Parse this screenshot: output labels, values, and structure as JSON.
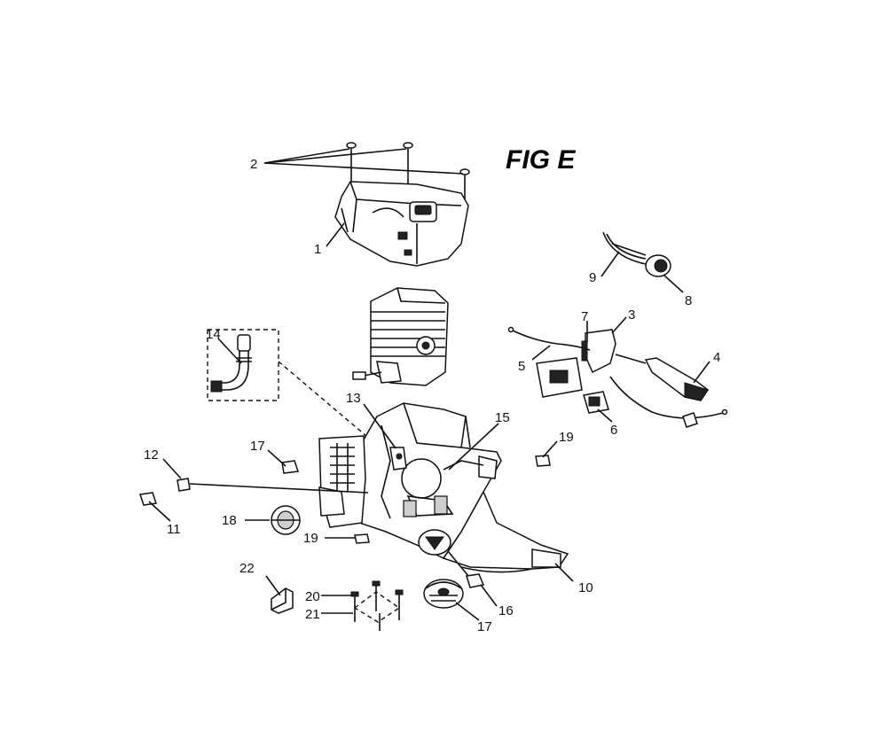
{
  "figure": {
    "title": "FIG E",
    "callouts": {
      "c1": "1",
      "c2": "2",
      "c3": "3",
      "c4": "4",
      "c5": "5",
      "c6": "6",
      "c7": "7",
      "c8": "8",
      "c9": "9",
      "c10": "10",
      "c11": "11",
      "c12": "12",
      "c13": "13",
      "c14": "14",
      "c15": "15",
      "c16": "16",
      "c17a": "17",
      "c17b": "17",
      "c18": "18",
      "c19a": "19",
      "c19b": "19",
      "c20": "20",
      "c21": "21",
      "c22": "22"
    }
  }
}
